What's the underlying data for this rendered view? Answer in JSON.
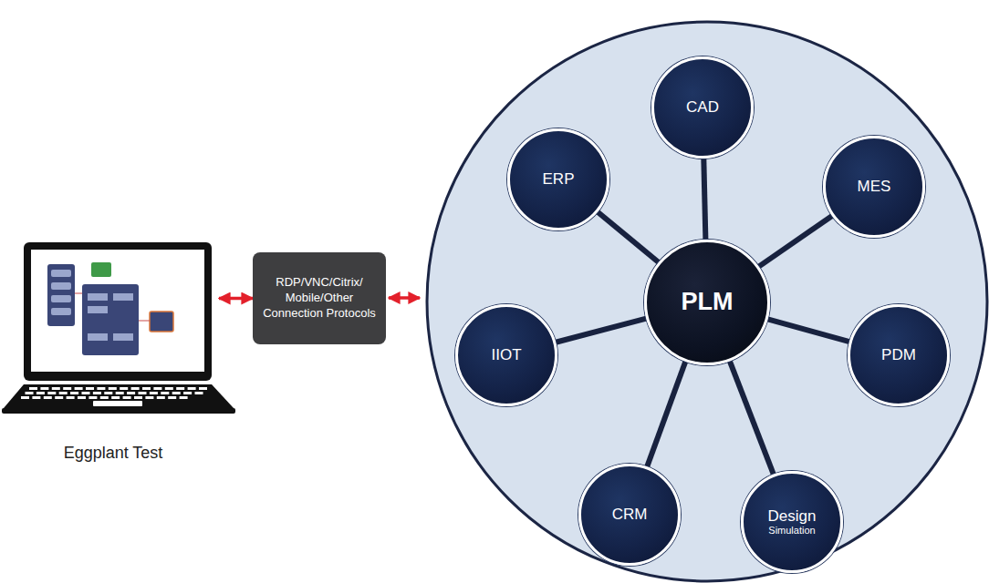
{
  "diagram": {
    "nodes": [
      {
        "text": [
          "Eggplant Test"
        ]
      },
      {
        "text": [
          "RDP/VNC/Citrix/ Mobile/Other Connection Protocols"
        ]
      },
      {
        "text": [
          "PLM"
        ]
      },
      {
        "text": [
          "CAD"
        ]
      },
      {
        "text": [
          "MES"
        ]
      },
      {
        "text": [
          "PDM"
        ]
      },
      {
        "text": [
          "Design",
          "Simulation"
        ]
      },
      {
        "text": [
          "CRM"
        ]
      },
      {
        "text": [
          "IIOT"
        ]
      },
      {
        "text": [
          "ERP"
        ]
      }
    ],
    "edges": [
      {
        "from": 0,
        "to": 1,
        "arrow": "both"
      },
      {
        "from": 2,
        "to": 3,
        "arrow": "none"
      },
      {
        "from": 2,
        "to": 4,
        "arrow": "none"
      },
      {
        "from": 2,
        "to": 5,
        "arrow": "none"
      },
      {
        "from": 2,
        "to": 6,
        "arrow": "none"
      },
      {
        "from": 2,
        "to": 7,
        "arrow": "none"
      },
      {
        "from": 2,
        "to": 8,
        "arrow": "none"
      },
      {
        "from": 2,
        "to": 9,
        "arrow": "none"
      }
    ]
  }
}
